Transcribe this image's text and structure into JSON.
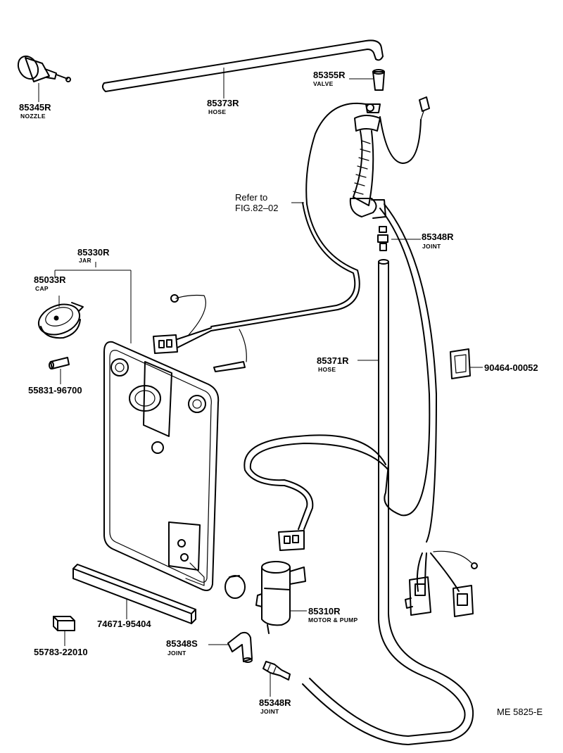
{
  "labels": {
    "nozzle": {
      "num": "85345R",
      "name": "NOZZLE"
    },
    "hose_top": {
      "num": "85373R",
      "name": "HOSE"
    },
    "valve": {
      "num": "85355R",
      "name": "VALVE"
    },
    "ref": {
      "line1": "Refer to",
      "line2": "FIG.82–02"
    },
    "jar": {
      "num": "85330R",
      "name": "JAR"
    },
    "cap": {
      "num": "85033R",
      "name": "CAP"
    },
    "joint_top": {
      "num": "85348R",
      "name": "JOINT"
    },
    "plug": {
      "num": "55831-96700"
    },
    "hose_main": {
      "num": "85371R",
      "name": "HOSE"
    },
    "clip": {
      "num": "90464-00052"
    },
    "motor": {
      "num": "85310R",
      "name": "MOTOR & PUMP"
    },
    "strip": {
      "num": "74671-95404"
    },
    "cushion": {
      "num": "55783-22010"
    },
    "joint_s": {
      "num": "85348S",
      "name": "JOINT"
    },
    "joint_bot": {
      "num": "85348R",
      "name": "JOINT"
    }
  },
  "figure_code": "ME  5825-E"
}
